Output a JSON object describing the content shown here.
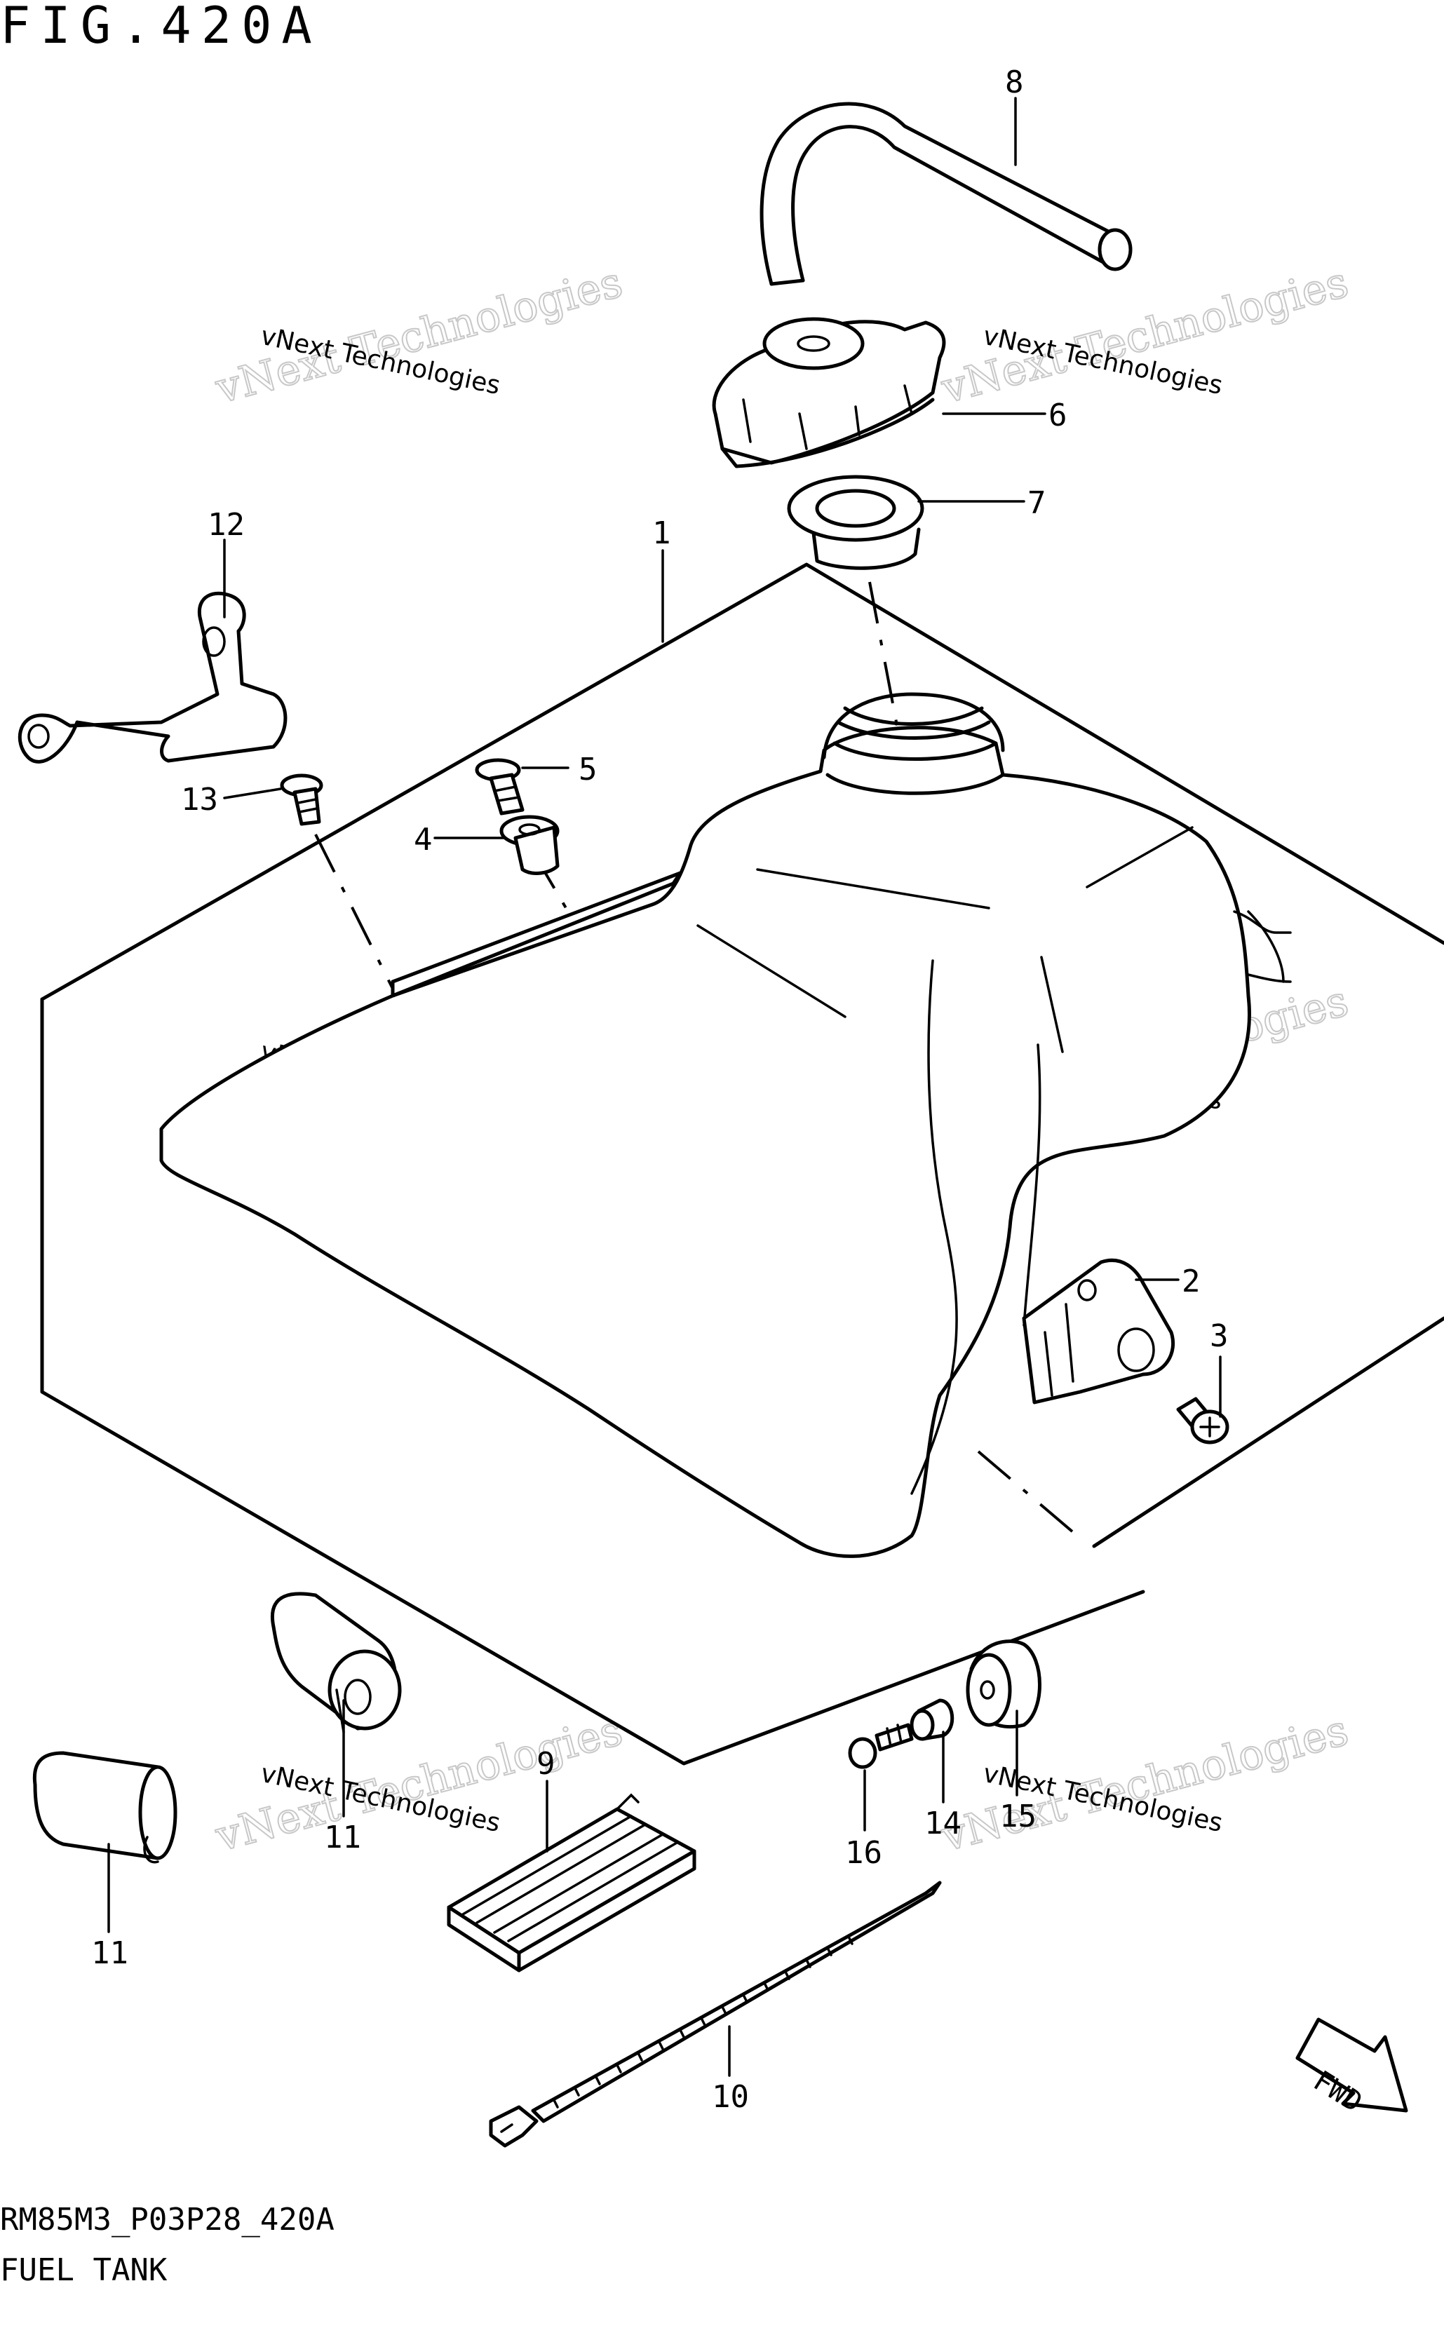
{
  "figure": {
    "title": "FIG.420A",
    "code": "RM85M3_P03P28_420A",
    "name": "FUEL TANK"
  },
  "watermark": {
    "line1": "vNext Technologies",
    "line2": "vNext Technologies"
  },
  "callouts": [
    {
      "id": "1",
      "part": "fuel-tank"
    },
    {
      "id": "2",
      "part": "bracket"
    },
    {
      "id": "3",
      "part": "screw"
    },
    {
      "id": "4",
      "part": "collar"
    },
    {
      "id": "5",
      "part": "bolt"
    },
    {
      "id": "6",
      "part": "fuel-cap"
    },
    {
      "id": "7",
      "part": "gasket"
    },
    {
      "id": "8",
      "part": "breather-hose"
    },
    {
      "id": "9",
      "part": "cushion-pad"
    },
    {
      "id": "10",
      "part": "cable-tie"
    },
    {
      "id": "11",
      "part": "cushion-upper"
    },
    {
      "id": "11",
      "part": "cushion-lower"
    },
    {
      "id": "12",
      "part": "clamp-bracket"
    },
    {
      "id": "13",
      "part": "screw-small"
    },
    {
      "id": "14",
      "part": "collar-small"
    },
    {
      "id": "15",
      "part": "grommet"
    },
    {
      "id": "16",
      "part": "bolt-small"
    }
  ],
  "fwd_label": "FWD"
}
